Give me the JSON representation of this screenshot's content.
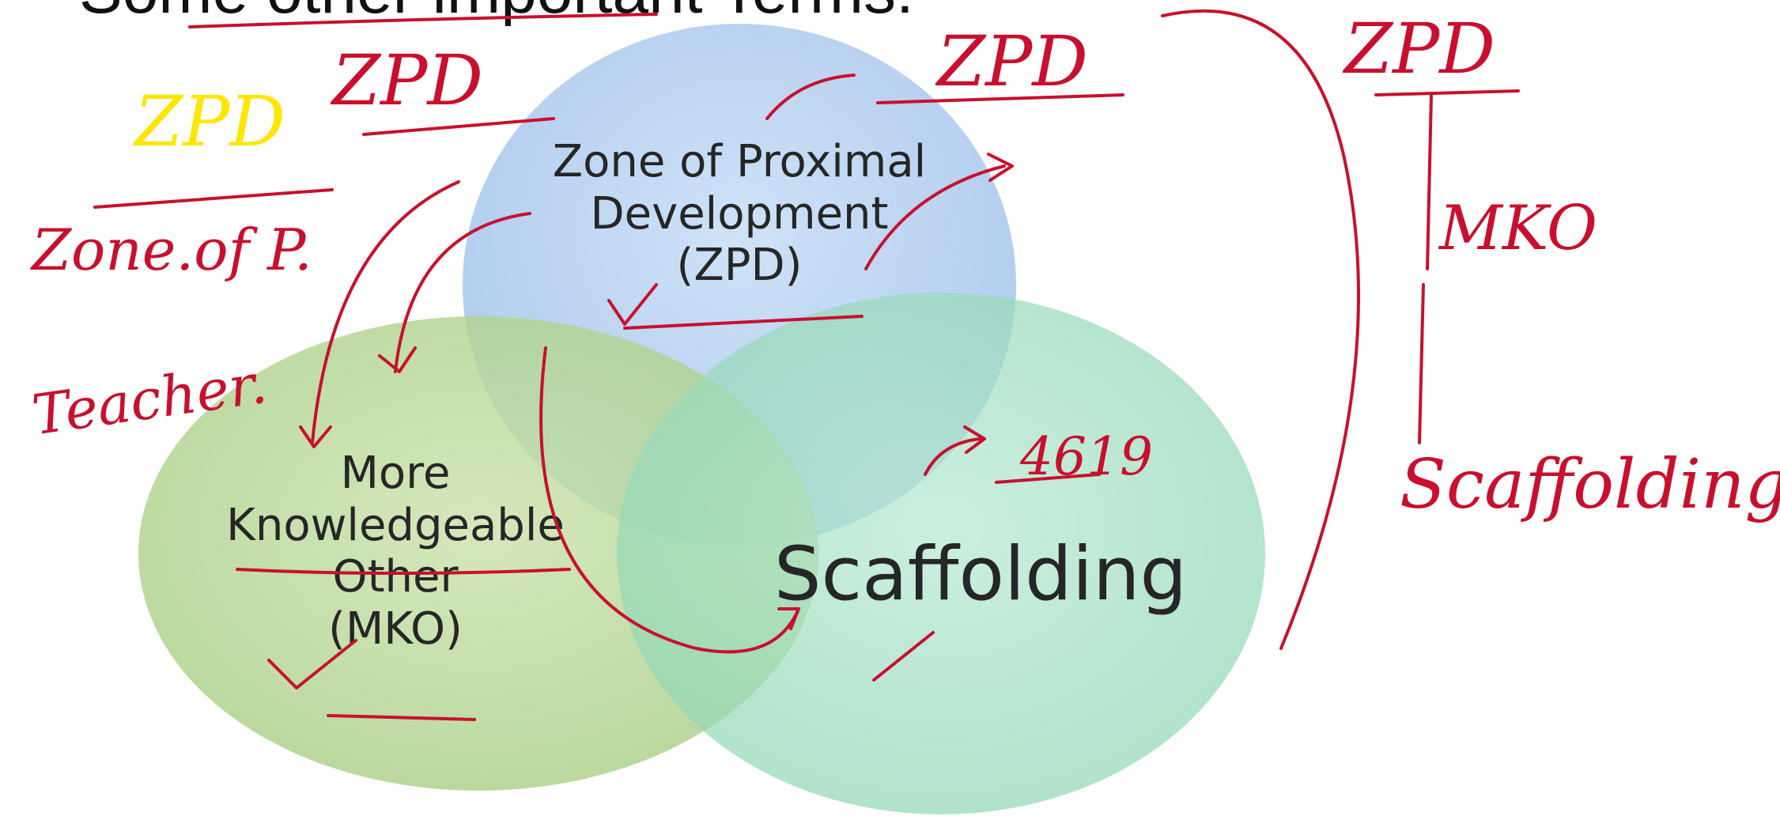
{
  "title": "Some other important Terms:",
  "circles": {
    "zpd": {
      "lines": [
        "Zone of Proximal",
        "Development",
        "(ZPD)"
      ],
      "fill": "#a9c8ee"
    },
    "mko": {
      "lines": [
        "More",
        "Knowledgeable",
        "Other",
        "(MKO)"
      ],
      "fill": "#b9d89a"
    },
    "scaffolding": {
      "lines": [
        "Scaffolding"
      ],
      "fill": "#9edfc0"
    }
  },
  "annotations": {
    "zpd_yellow": "ZPD",
    "zpd_left": "ZPD",
    "zpd_top": "ZPD",
    "zone_of_p": "Zone.of P.",
    "teacher": "Teacher.",
    "page_number": "4619",
    "flow_zpd": "ZPD",
    "flow_mko": "MKO",
    "flow_scaffolding": "Scaffolding."
  },
  "colors": {
    "ink": "#c8102e",
    "ink_yellow": "#ffe600",
    "text": "#262626"
  }
}
